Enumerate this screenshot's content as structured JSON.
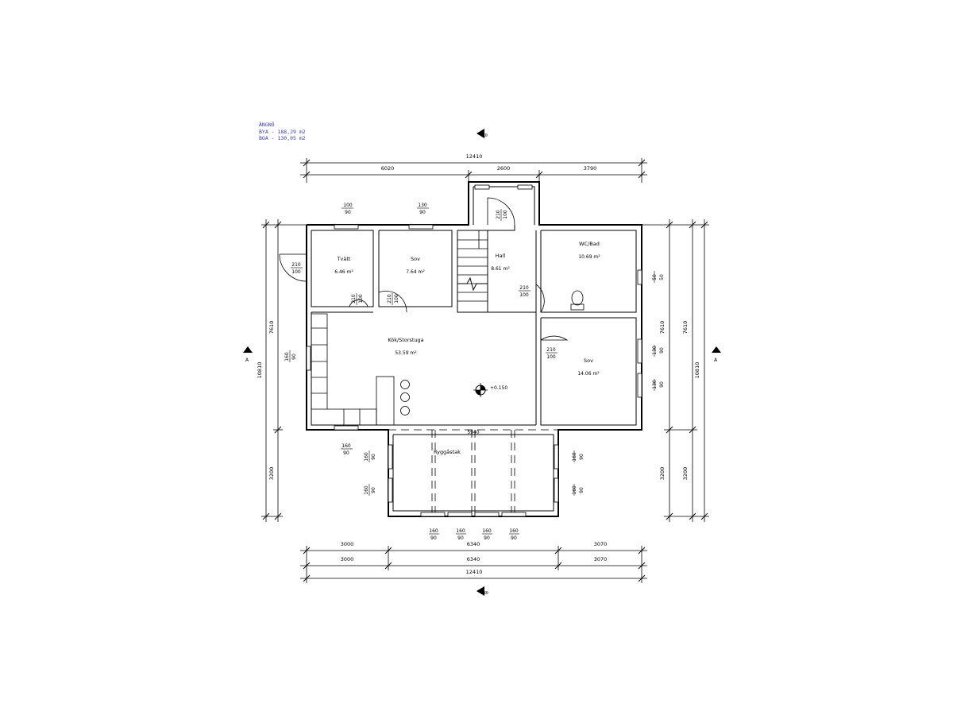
{
  "project": {
    "name": "ÄNGNÖ",
    "bya": "BYA - 188,29 m2",
    "boa": "BOA - 130,05 m2"
  },
  "section_marks": {
    "top": "B",
    "bottom": "B",
    "left": "A",
    "right": "A"
  },
  "rooms": {
    "tvatt": {
      "name": "Tvätt",
      "area": "6.46 m²"
    },
    "sov1": {
      "name": "Sov",
      "area": "7.64 m²"
    },
    "hall": {
      "name": "Hall",
      "area": "8.61 m²"
    },
    "wcbad": {
      "name": "WC/Bad",
      "area": "10.69 m²"
    },
    "kok": {
      "name": "Kök/Storstuga",
      "area": "53.59 m²"
    },
    "sov2": {
      "name": "Sov",
      "area": "14.06 m²"
    }
  },
  "level_mark": "+0.150",
  "roof_label": "Ryggåstak",
  "roof_width": "5940",
  "dims": {
    "top_total": "12410",
    "top_segments": [
      "6020",
      "2600",
      "3790"
    ],
    "bottom_row1": [
      "3000",
      "6340",
      "3070"
    ],
    "bottom_row2": [
      "3000",
      "6340",
      "3070"
    ],
    "bottom_total": "12410",
    "left_segments": [
      "7610",
      "3200"
    ],
    "left_total": "10810",
    "right_segments": [
      "7610",
      "3200"
    ],
    "right_outer": [
      "7610",
      "3200"
    ],
    "right_total": "10810"
  },
  "openings": {
    "win_tvatt": {
      "top": "100",
      "bottom": "90"
    },
    "win_sov1": {
      "top": "130",
      "bottom": "90"
    },
    "door_entry": {
      "top": "210",
      "bottom": "100"
    },
    "door_west": {
      "top": "210",
      "bottom": "100"
    },
    "door_tvatt": {
      "a": "210",
      "b": "100"
    },
    "door_sov1": {
      "a": "210",
      "b": "100"
    },
    "door_hall_wc": {
      "top": "210",
      "bottom": "100"
    },
    "door_sov2": {
      "top": "210",
      "bottom": "100"
    },
    "win_west": {
      "a": "160",
      "b": "90"
    },
    "win_south_west": {
      "top": "160",
      "bottom": "90"
    },
    "win_wc": {
      "a": "50",
      "b": "50"
    },
    "win_sov2_a": {
      "a": "130",
      "b": "90"
    },
    "win_sov2_b": {
      "a": "130",
      "b": "90"
    },
    "win_ext_l1": {
      "a": "160",
      "b": "90"
    },
    "win_ext_l2": {
      "a": "160",
      "b": "90"
    },
    "win_ext_r1": {
      "a": "160",
      "b": "90"
    },
    "win_ext_r2": {
      "a": "160",
      "b": "90"
    },
    "win_ext_b1": {
      "top": "160",
      "bottom": "90"
    },
    "win_ext_b2": {
      "top": "160",
      "bottom": "90"
    },
    "win_ext_b3": {
      "top": "160",
      "bottom": "90"
    },
    "win_ext_b4": {
      "top": "160",
      "bottom": "90"
    }
  }
}
